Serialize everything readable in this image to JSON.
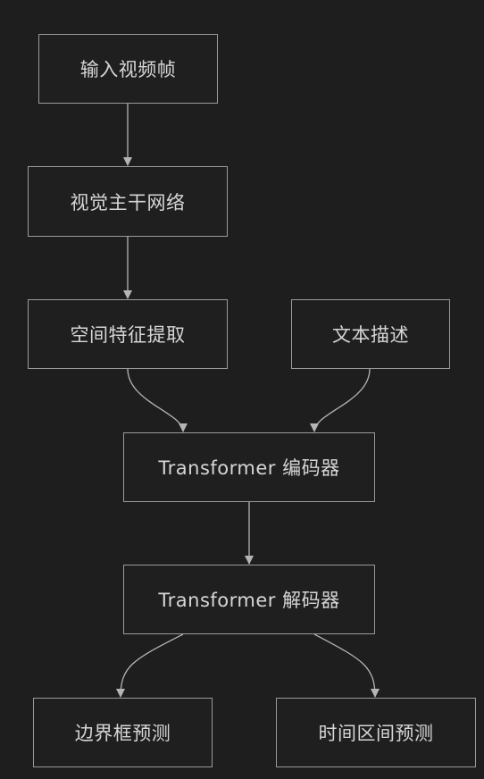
{
  "diagram": {
    "nodes": {
      "input_frames": "输入视频帧",
      "visual_backbone": "视觉主干网络",
      "spatial_features": "空间特征提取",
      "text_description": "文本描述",
      "transformer_encoder": "Transformer 编码器",
      "transformer_decoder": "Transformer 解码器",
      "bbox_prediction": "边界框预测",
      "temporal_prediction": "时间区间预测"
    },
    "edges": [
      {
        "from": "input_frames",
        "to": "visual_backbone"
      },
      {
        "from": "visual_backbone",
        "to": "spatial_features"
      },
      {
        "from": "spatial_features",
        "to": "transformer_encoder"
      },
      {
        "from": "text_description",
        "to": "transformer_encoder"
      },
      {
        "from": "transformer_encoder",
        "to": "transformer_decoder"
      },
      {
        "from": "transformer_decoder",
        "to": "bbox_prediction"
      },
      {
        "from": "transformer_decoder",
        "to": "temporal_prediction"
      }
    ],
    "colors": {
      "background": "#1e1e1e",
      "node_border": "#9a9a9a",
      "node_text": "#d6d6d6",
      "edge": "#b5b5b5"
    }
  }
}
